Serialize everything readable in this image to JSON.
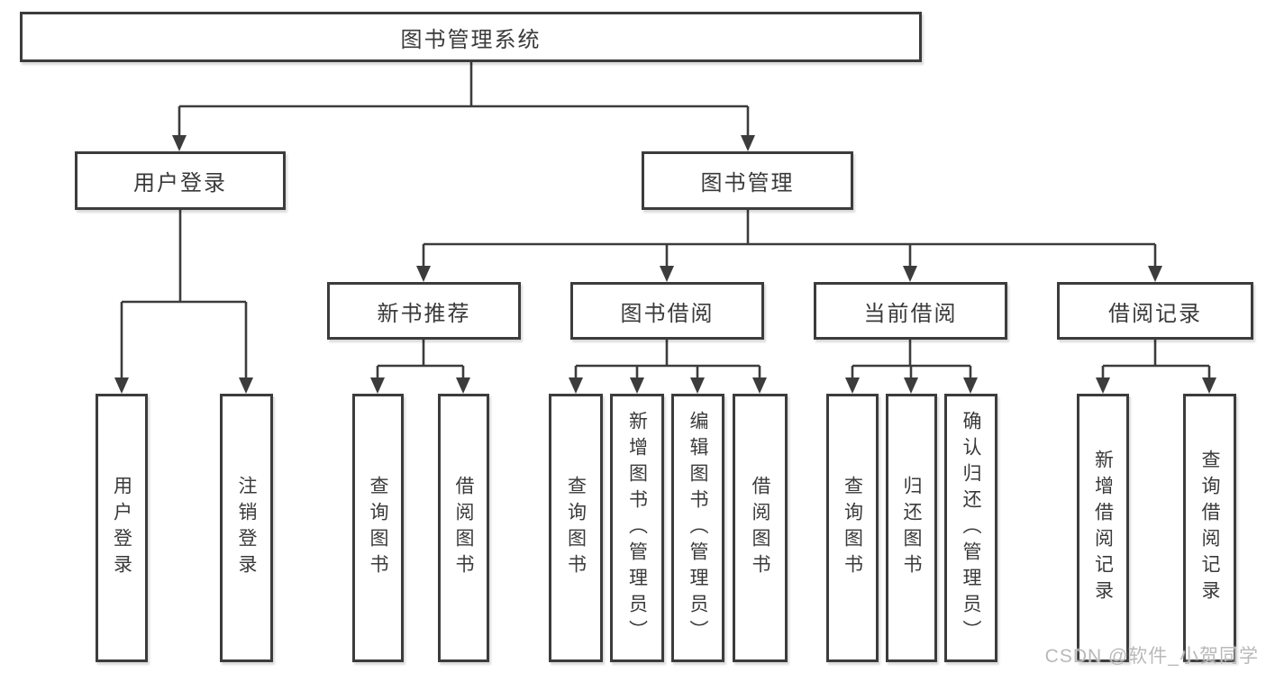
{
  "diagram": {
    "type": "hierarchy",
    "colors": {
      "line": "#3c3c3c",
      "box_border": "#3c3c3c",
      "box_bg": "#ffffff",
      "text": "#3a3a3a",
      "watermark": "#b9b9b9"
    },
    "nodes": [
      {
        "id": "system",
        "label": "图书管理系统",
        "level": 1
      },
      {
        "id": "user-login",
        "label": "用户登录",
        "level": 2
      },
      {
        "id": "book-management",
        "label": "图书管理",
        "level": 2
      },
      {
        "id": "new-book-recommend",
        "label": "新书推荐",
        "level": 3
      },
      {
        "id": "book-borrowing",
        "label": "图书借阅",
        "level": 3
      },
      {
        "id": "current-borrowing",
        "label": "当前借阅",
        "level": 3
      },
      {
        "id": "borrowing-records",
        "label": "借阅记录",
        "level": 3
      },
      {
        "id": "user-login-action",
        "label": "用户登录",
        "level": 4
      },
      {
        "id": "logout-action",
        "label": "注销登录",
        "level": 4
      },
      {
        "id": "query-books-recommend",
        "label": "查询图书",
        "level": 4
      },
      {
        "id": "borrow-books-recommend",
        "label": "借阅图书",
        "level": 4
      },
      {
        "id": "query-books-borrowing",
        "label": "查询图书",
        "level": 4
      },
      {
        "id": "add-books-admin",
        "label": "新增图书（管理员）",
        "level": 4
      },
      {
        "id": "edit-books-admin",
        "label": "编辑图书（管理员）",
        "level": 4
      },
      {
        "id": "borrow-books-borrowing",
        "label": "借阅图书",
        "level": 4
      },
      {
        "id": "query-books-current",
        "label": "查询图书",
        "level": 4
      },
      {
        "id": "return-books",
        "label": "归还图书",
        "level": 4
      },
      {
        "id": "confirm-return-admin",
        "label": "确认归还（管理员）",
        "level": 4
      },
      {
        "id": "add-borrow-record",
        "label": "新增借阅记录",
        "level": 4
      },
      {
        "id": "query-borrow-record",
        "label": "查询借阅记录",
        "level": 4
      }
    ],
    "edges": [
      {
        "from": "system",
        "to": "user-login"
      },
      {
        "from": "system",
        "to": "book-management"
      },
      {
        "from": "user-login",
        "to": "user-login-action"
      },
      {
        "from": "user-login",
        "to": "logout-action"
      },
      {
        "from": "book-management",
        "to": "new-book-recommend"
      },
      {
        "from": "book-management",
        "to": "book-borrowing"
      },
      {
        "from": "book-management",
        "to": "current-borrowing"
      },
      {
        "from": "book-management",
        "to": "borrowing-records"
      },
      {
        "from": "new-book-recommend",
        "to": "query-books-recommend"
      },
      {
        "from": "new-book-recommend",
        "to": "borrow-books-recommend"
      },
      {
        "from": "book-borrowing",
        "to": "query-books-borrowing"
      },
      {
        "from": "book-borrowing",
        "to": "add-books-admin"
      },
      {
        "from": "book-borrowing",
        "to": "edit-books-admin"
      },
      {
        "from": "book-borrowing",
        "to": "borrow-books-borrowing"
      },
      {
        "from": "current-borrowing",
        "to": "query-books-current"
      },
      {
        "from": "current-borrowing",
        "to": "return-books"
      },
      {
        "from": "current-borrowing",
        "to": "confirm-return-admin"
      },
      {
        "from": "borrowing-records",
        "to": "add-borrow-record"
      },
      {
        "from": "borrowing-records",
        "to": "query-borrow-record"
      }
    ]
  },
  "watermark": {
    "text": "CSDN @软件_小贺同学"
  }
}
